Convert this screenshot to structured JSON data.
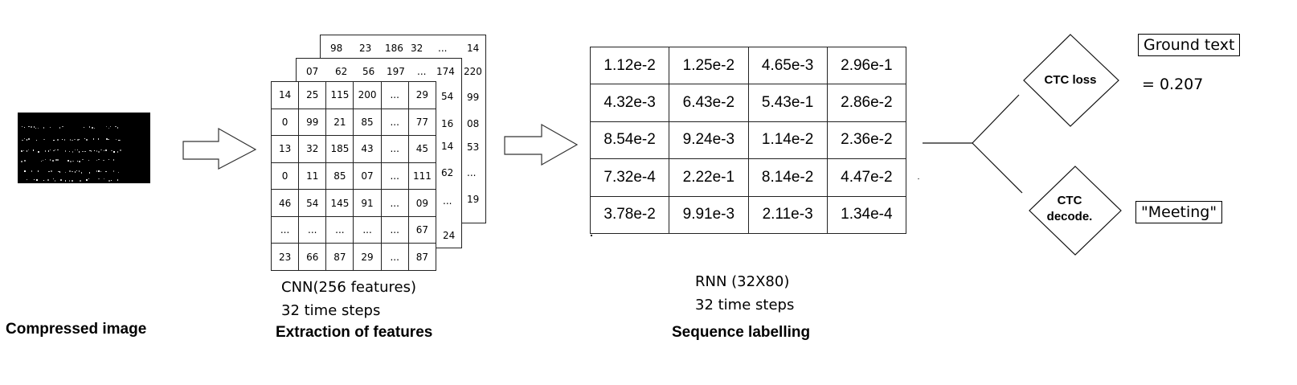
{
  "compressed_image": {
    "caption": "Compressed image"
  },
  "cnn": {
    "back_layer": {
      "header": [
        "98",
        "23",
        "186",
        "32",
        "...",
        "14"
      ],
      "side": [
        "220",
        "99",
        "08",
        "53",
        "...",
        "19"
      ]
    },
    "middle_layer": {
      "header": [
        "07",
        "62",
        "56",
        "197",
        "...",
        "174"
      ],
      "side": [
        "54",
        "16",
        "14",
        "62",
        "...",
        "24"
      ]
    },
    "front_grid": [
      [
        "14",
        "25",
        "115",
        "200",
        "...",
        "29"
      ],
      [
        "0",
        "99",
        "21",
        "85",
        "...",
        "77"
      ],
      [
        "13",
        "32",
        "185",
        "43",
        "...",
        "45"
      ],
      [
        "0",
        "11",
        "85",
        "07",
        "...",
        "111"
      ],
      [
        "46",
        "54",
        "145",
        "91",
        "...",
        "09"
      ],
      [
        "...",
        "...",
        "...",
        "...",
        "...",
        "67"
      ],
      [
        "23",
        "66",
        "87",
        "29",
        "...",
        "87"
      ]
    ],
    "label_line1": "CNN(256 features)",
    "label_line2": "32 time steps",
    "caption": "Extraction of features"
  },
  "rnn": {
    "grid": [
      [
        "1.12e-2",
        "1.25e-2",
        "4.65e-3",
        "2.96e-1"
      ],
      [
        "4.32e-3",
        "6.43e-2",
        "5.43e-1",
        "2.86e-2"
      ],
      [
        "8.54e-2",
        "9.24e-3",
        "1.14e-2",
        "2.36e-2"
      ],
      [
        "7.32e-4",
        "2.22e-1",
        "8.14e-2",
        "4.47e-2"
      ],
      [
        "3.78e-2",
        "9.91e-3",
        "2.11e-3",
        "1.34e-4"
      ]
    ],
    "label_line1": "RNN (32X80)",
    "label_line2": "32 time steps",
    "caption": "Sequence labelling"
  },
  "ctc": {
    "loss_label": "CTC loss",
    "decode_line1": "CTC",
    "decode_line2": "decode.",
    "ground_text": "Ground text",
    "loss_value": "= 0.207",
    "decoded_output": "\"Meeting\""
  }
}
